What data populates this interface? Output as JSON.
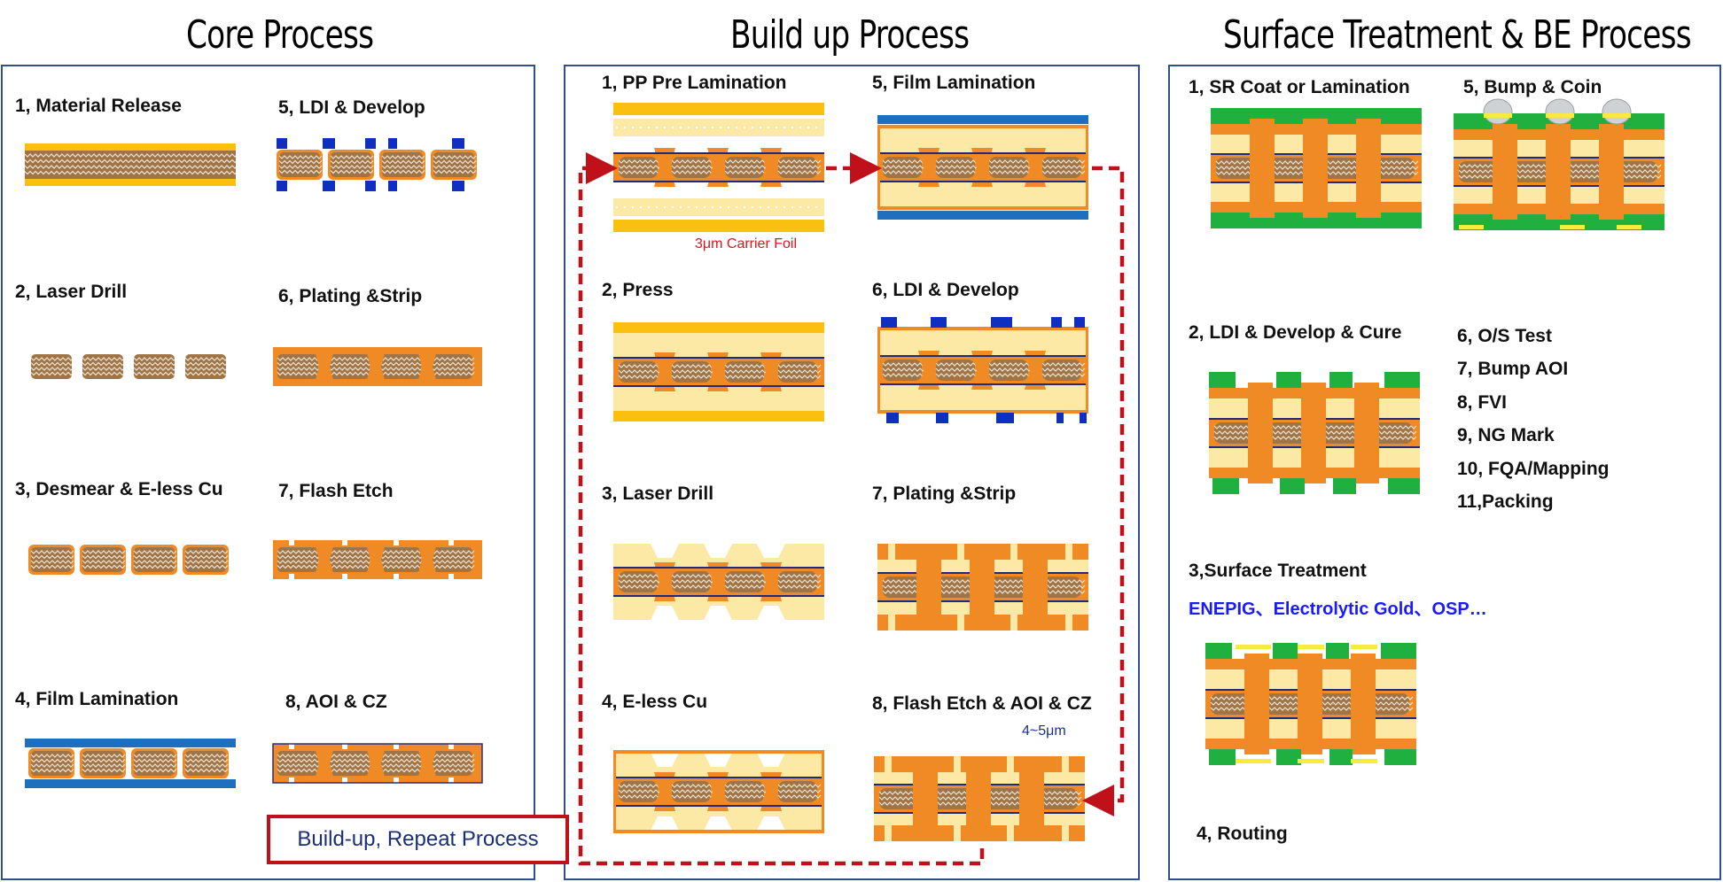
{
  "titles": {
    "core": "Core Process",
    "buildup": "Build up Process",
    "surface": "Surface Treatment & BE Process"
  },
  "core_steps": [
    "1,  Material Release",
    "2, Laser Drill",
    "3, Desmear & E-less Cu",
    "4, Film Lamination",
    "5, LDI & Develop",
    "6, Plating &Strip",
    "7, Flash Etch",
    "8, AOI & CZ"
  ],
  "buildup_steps": [
    "1, PP Pre Lamination",
    "2, Press",
    "3, Laser Drill",
    "4, E-less Cu",
    "5, Film Lamination",
    "6, LDI & Develop",
    "7, Plating &Strip",
    "8, Flash Etch & AOI & CZ"
  ],
  "buildup_notes": {
    "carrier_foil": "3μm Carrier Foil",
    "thickness": "4~5μm"
  },
  "surface_steps": {
    "sr": "1, SR Coat or Lamination",
    "bump": "5, Bump & Coin",
    "ldi": "2, LDI & Develop & Cure",
    "treatment": "3,Surface Treatment",
    "finishes": "ENEPIG、Electrolytic Gold、OSP…",
    "routing": "4, Routing",
    "be_list": [
      "6, O/S Test",
      "7, Bump AOI",
      "8, FVI",
      "9, NG Mark",
      "10, FQA/Mapping",
      "11,Packing"
    ]
  },
  "repeat_label": "Build-up, Repeat Process",
  "colors": {
    "core": "#a07444",
    "copper": "#f08a24",
    "prepreg": "#fde9a6",
    "foil": "#fbbf0f",
    "film": "#1f6fbf",
    "resist": "#0f2fc0",
    "solder_mask": "#1fb040",
    "finish": "#f6ec40",
    "bump": "#cfd2d4",
    "frame": "#2f4f8f",
    "arrow": "#c0101a"
  }
}
